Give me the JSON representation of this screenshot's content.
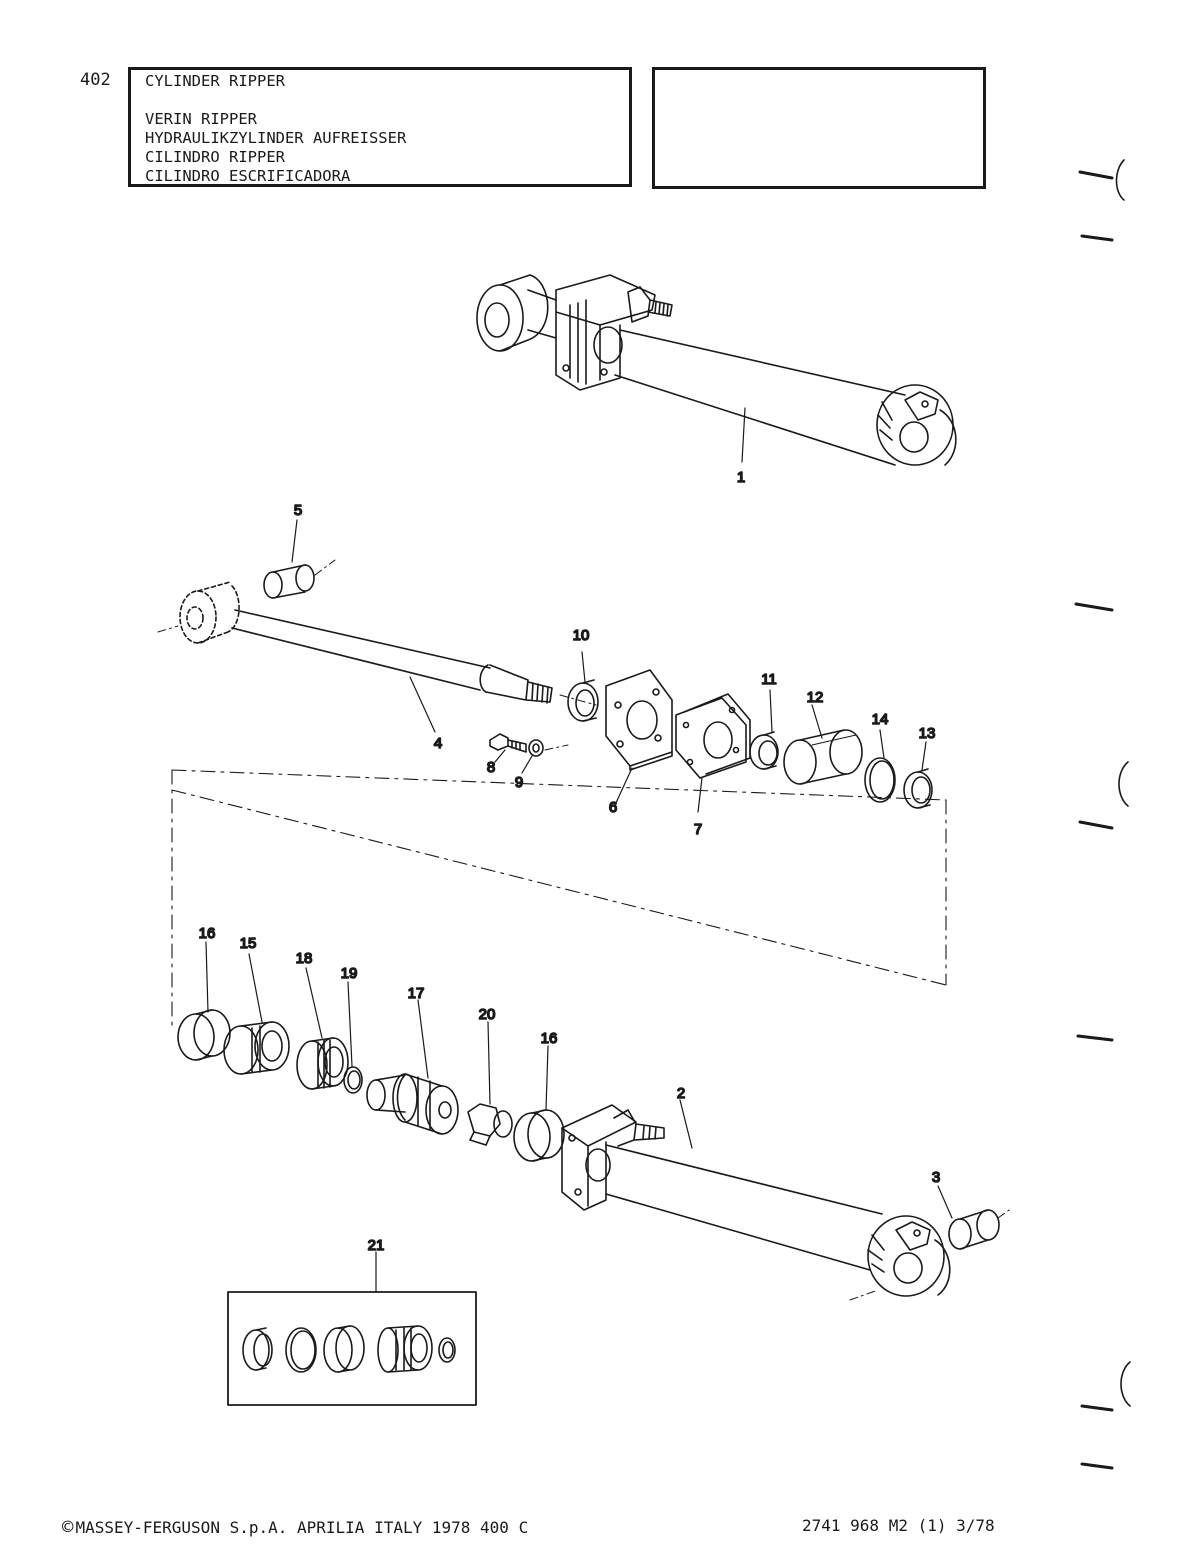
{
  "page_number": "402",
  "title_lines": [
    "CYLINDER RIPPER",
    "VERIN RIPPER",
    "HYDRAULIKZYLINDER AUFREISSER",
    "CILINDRO RIPPER",
    "CILINDRO ESCRIFICADORA"
  ],
  "callouts": {
    "c1": "1",
    "c2": "2",
    "c3": "3",
    "c4": "4",
    "c5": "5",
    "c6": "6",
    "c7": "7",
    "c8": "8",
    "c9": "9",
    "c10": "10",
    "c11": "11",
    "c12": "12",
    "c13": "13",
    "c14": "14",
    "c15": "15",
    "c16a": "16",
    "c16b": "16",
    "c17": "17",
    "c18": "18",
    "c19": "19",
    "c20": "20",
    "c21": "21"
  },
  "footer": {
    "copyright_symbol": "©",
    "left": "MASSEY-FERGUSON S.p.A. APRILIA ITALY 1978  400 C",
    "right": "2741 968 M2 (1) 3/78"
  }
}
